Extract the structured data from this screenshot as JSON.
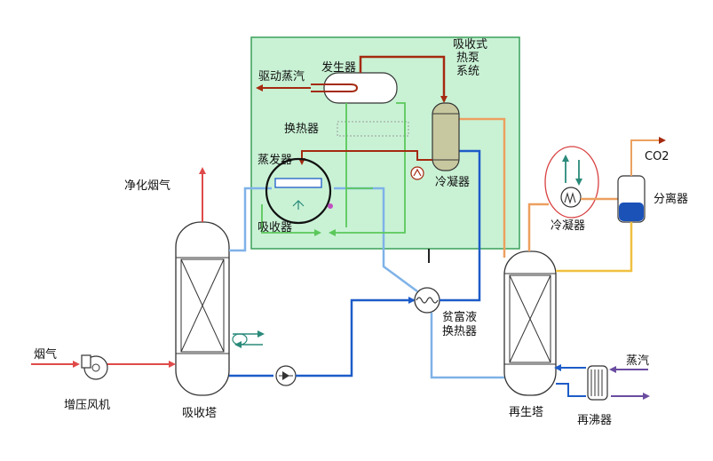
{
  "labels": {
    "heat_pump_system": [
      "吸收式",
      "热泵",
      "系统"
    ],
    "drive_steam": "驱动蒸汽",
    "generator": "发生器",
    "heat_exchanger": "换热器",
    "evaporator": "蒸发器",
    "absorber": "吸收器",
    "condenser_pump": "冷凝器",
    "condenser_right": "冷凝器",
    "co2": "CO2",
    "separator": "分离器",
    "clean_flue_gas": "净化烟气",
    "flue_gas": "烟气",
    "booster_fan": "增压风机",
    "absorption_tower": "吸收塔",
    "lean_rich_hx": [
      "贫富液",
      "换热器"
    ],
    "regen_tower": "再生塔",
    "steam": "蒸汽",
    "reboiler": "再沸器"
  },
  "colors": {
    "green_panel_fill": "#c9f2d5",
    "green_panel_border": "#3aa05a",
    "dark_red": "#a42a10",
    "red": "#e04a4a",
    "blue": "#1d5cc8",
    "light_blue": "#7fb2e8",
    "orange": "#eca060",
    "yellow": "#f0c040",
    "green_line": "#5ac85a",
    "purple": "#6a4ca0",
    "condenser_fill": "#c8c8a0"
  },
  "icons": [
    "fan-icon",
    "pump-icon",
    "heat-exchanger-icon",
    "condenser-coil-icon",
    "reboiler-icon",
    "packing-cross-icon"
  ]
}
